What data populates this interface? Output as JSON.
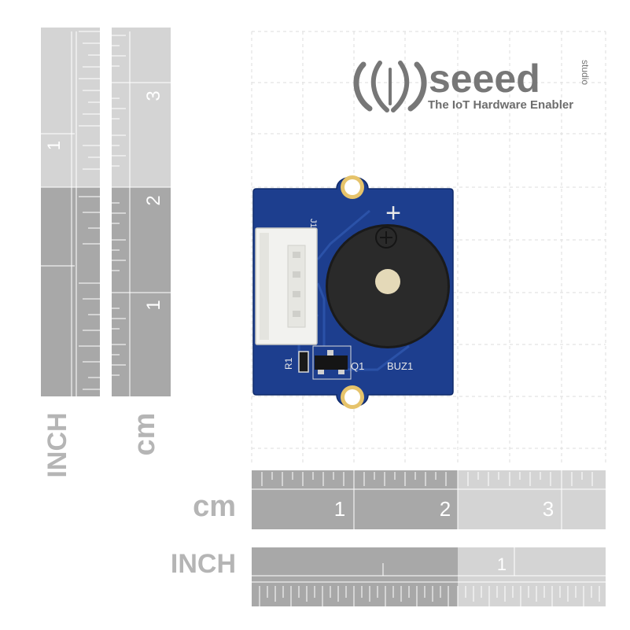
{
  "logo": {
    "wordmark": "seeed",
    "side_text": "studio",
    "tagline": "The IoT Hardware Enabler"
  },
  "rulers": {
    "left_inch": {
      "unit": "INCH",
      "numbers": [
        "1"
      ]
    },
    "left_cm": {
      "unit": "cm",
      "numbers": [
        "3",
        "2",
        "1"
      ]
    },
    "bottom_cm": {
      "unit": "cm",
      "numbers": [
        "1",
        "2",
        "3"
      ]
    },
    "bottom_inch": {
      "unit": "INCH",
      "numbers": [
        "1"
      ]
    }
  },
  "board": {
    "silkscreen": {
      "polarity": "+",
      "resistor": "R1",
      "transistor": "Q1",
      "buzzer": "BUZ1",
      "connector": "J1"
    }
  },
  "colors": {
    "pcb": "#1c3c8c",
    "ruler_dark": "#a6a6a6",
    "ruler_light": "#d2d2d2",
    "grid": "#dedede",
    "logo": "#777777"
  }
}
